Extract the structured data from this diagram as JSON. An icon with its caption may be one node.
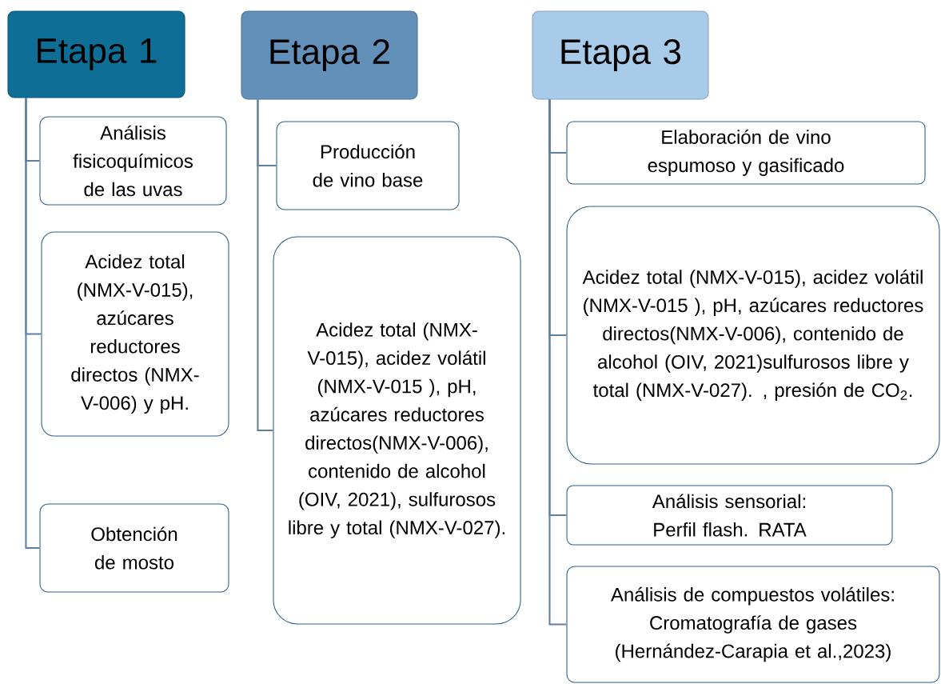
{
  "diagram": {
    "nodes": [
      {
        "text": [
          "Etapa 1"
        ]
      },
      {
        "text": [
          "Análisis fisicoquímicos de las uvas"
        ]
      },
      {
        "text": [
          "Acidez total (NMX-V-015), azúcares reductores directos (NMX-V-006) y pH."
        ]
      },
      {
        "text": [
          "Obtención de mosto"
        ]
      },
      {
        "text": [
          "Etapa 2"
        ]
      },
      {
        "text": [
          "Producción de vino base"
        ]
      },
      {
        "text": [
          "Acidez total (NMX-V-015), acidez volátil (NMX-V-015 ), pH, azúcares reductores directos(NMX-V-006),  contenido de alcohol (OIV, 2021), sulfurosos libre y total (NMX-V-027)."
        ]
      },
      {
        "text": [
          "Etapa 3"
        ]
      },
      {
        "text": [
          "Elaboración de vino espumoso y gasificado"
        ]
      },
      {
        "text": [
          "Acidez total (NMX-V-015), acidez volátil (NMX-V-015 ), pH, azúcares reductores directos(NMX-V-006),  contenido de alcohol (OIV, 2021)sulfurosos libre y total (NMX-V-027). , presión de CO$_{2}$."
        ]
      },
      {
        "text": [
          "Análisis sensorial: Perfil flash. RATA"
        ]
      },
      {
        "text": [
          "Análisis de compuestos volátiles: Cromatografía de gases (Hernández-Carapia et al.,2023)"
        ]
      }
    ],
    "edges": [
      {
        "from": 0,
        "to": 1,
        "arrow": "none"
      },
      {
        "from": 0,
        "to": 2,
        "arrow": "none"
      },
      {
        "from": 0,
        "to": 3,
        "arrow": "none"
      },
      {
        "from": 4,
        "to": 5,
        "arrow": "none"
      },
      {
        "from": 4,
        "to": 6,
        "arrow": "none"
      },
      {
        "from": 7,
        "to": 8,
        "arrow": "none"
      },
      {
        "from": 7,
        "to": 9,
        "arrow": "none"
      },
      {
        "from": 7,
        "to": 10,
        "arrow": "none"
      },
      {
        "from": 7,
        "to": 11,
        "arrow": "none"
      }
    ]
  }
}
